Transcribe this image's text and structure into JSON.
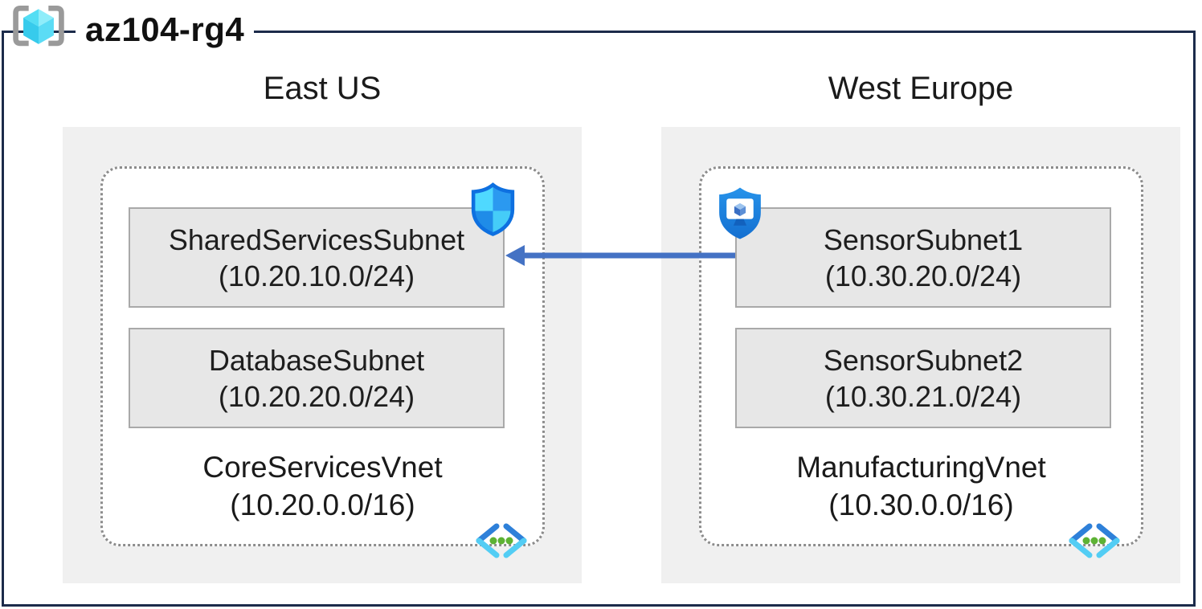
{
  "header": {
    "title": "az104-rg4",
    "icon": "resource-group-icon"
  },
  "regions": [
    {
      "name": "East US",
      "vnet": {
        "name": "CoreServicesVnet",
        "cidr": "(10.20.0.0/16)",
        "icon": "virtual-network-icon"
      },
      "subnets": [
        {
          "name": "SharedServicesSubnet",
          "cidr": "(10.20.10.0/24)"
        },
        {
          "name": "DatabaseSubnet",
          "cidr": "(10.20.20.0/24)"
        }
      ],
      "badge": "defender-shield-icon"
    },
    {
      "name": "West Europe",
      "vnet": {
        "name": "ManufacturingVnet",
        "cidr": "(10.30.0.0/16)",
        "icon": "virtual-network-icon"
      },
      "subnets": [
        {
          "name": "SensorSubnet1",
          "cidr": "(10.30.20.0/24)"
        },
        {
          "name": "SensorSubnet2",
          "cidr": "(10.30.21.0/24)"
        }
      ],
      "badge": "device-security-shield-icon"
    }
  ],
  "connection": {
    "from": "SensorSubnet1",
    "to": "SharedServicesSubnet",
    "direction": "right-to-left"
  },
  "colors": {
    "frame_border": "#1c2b4a",
    "arrow": "#4472c4",
    "region_background": "#f0f0f0",
    "subnet_background": "#e7e7e7",
    "subnet_border": "#a9a9a9",
    "vnet_dotted_border": "#8c8c8c",
    "shield_light": "#4fd9ff",
    "shield_blue": "#2b99f0",
    "vnet_icon_blue": "#2e80d9",
    "vnet_icon_cyan": "#53cdf4",
    "vnet_icon_green": "#5db234"
  }
}
